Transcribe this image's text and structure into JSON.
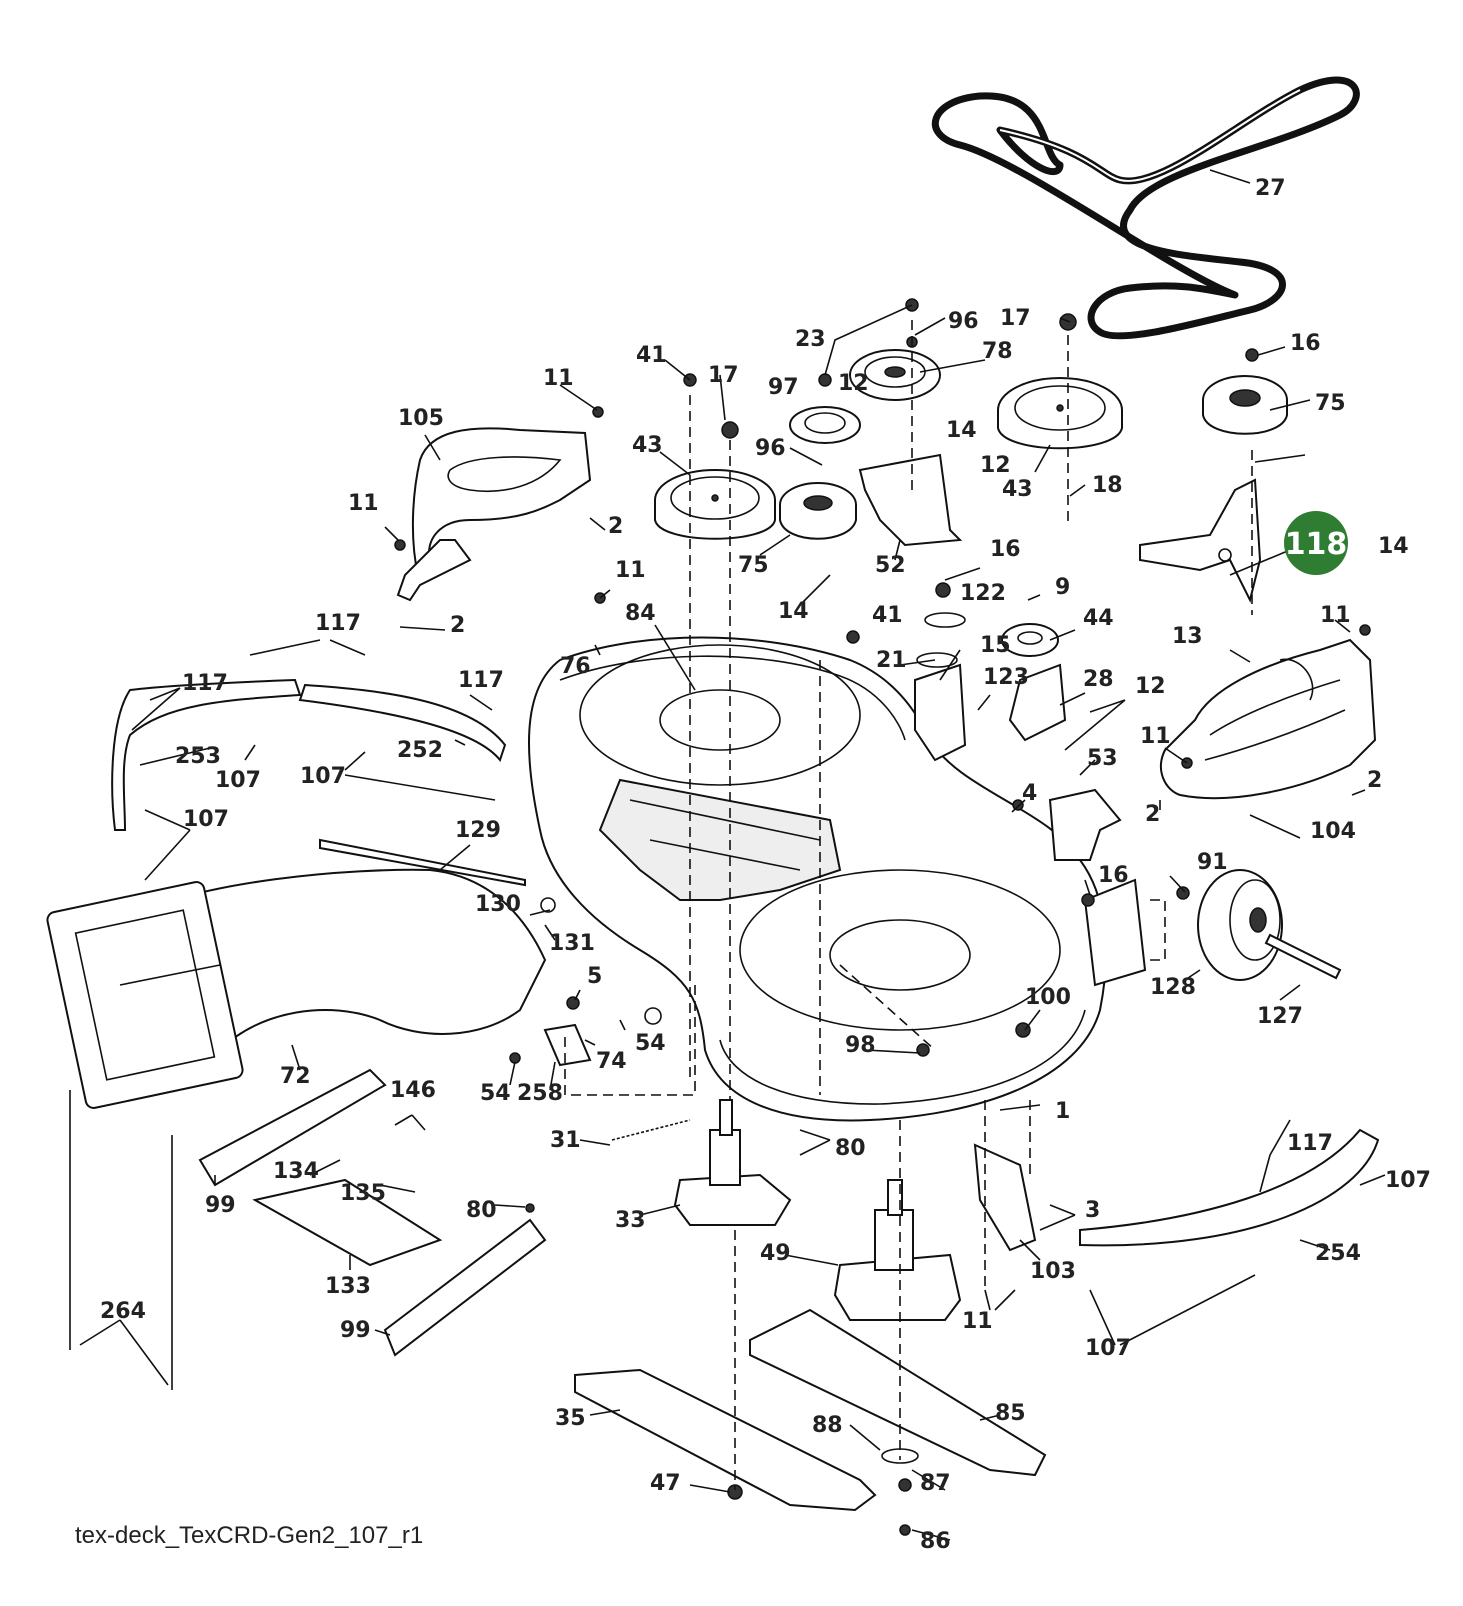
{
  "diagram": {
    "caption": "tex-deck_TexCRD-Gen2_107_r1",
    "highlighted": {
      "label": "118",
      "color": "#2e7d32"
    },
    "labels": [
      "27",
      "96",
      "17",
      "16",
      "23",
      "78",
      "41",
      "17",
      "97",
      "12",
      "75",
      "11",
      "14",
      "105",
      "12",
      "43",
      "43",
      "96",
      "18",
      "2",
      "11",
      "75",
      "118",
      "52",
      "14",
      "11",
      "16",
      "122",
      "9",
      "14",
      "84",
      "41",
      "44",
      "2",
      "117",
      "15",
      "13",
      "11",
      "21",
      "123",
      "28",
      "12",
      "117",
      "76",
      "117",
      "252",
      "253",
      "107",
      "107",
      "11",
      "53",
      "2",
      "107",
      "4",
      "104",
      "2",
      "129",
      "16",
      "91",
      "130",
      "131",
      "5",
      "100",
      "128",
      "127",
      "54",
      "74",
      "98",
      "258",
      "54",
      "72",
      "146",
      "1",
      "31",
      "80",
      "117",
      "107",
      "134",
      "99",
      "135",
      "3",
      "80",
      "33",
      "49",
      "103",
      "254",
      "133",
      "11",
      "107",
      "264",
      "99",
      "85",
      "35",
      "88",
      "47",
      "87",
      "86"
    ]
  }
}
